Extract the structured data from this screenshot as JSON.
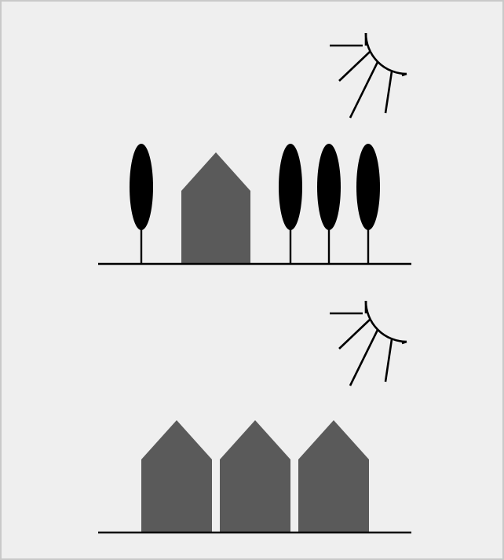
{
  "figure": {
    "background": "#efefef",
    "frame_color": "#c9c9c9",
    "ink_color": "#000000",
    "house_color": "#5a5a5a"
  },
  "scenes": [
    {
      "id": "top",
      "sun": true,
      "trees": 4,
      "houses": 1,
      "description_icons": [
        "sun-icon",
        "tree-icon",
        "house-icon",
        "ground-line"
      ]
    },
    {
      "id": "bottom",
      "sun": true,
      "trees": 0,
      "houses": 3,
      "description_icons": [
        "sun-icon",
        "house-icon",
        "ground-line"
      ]
    }
  ]
}
